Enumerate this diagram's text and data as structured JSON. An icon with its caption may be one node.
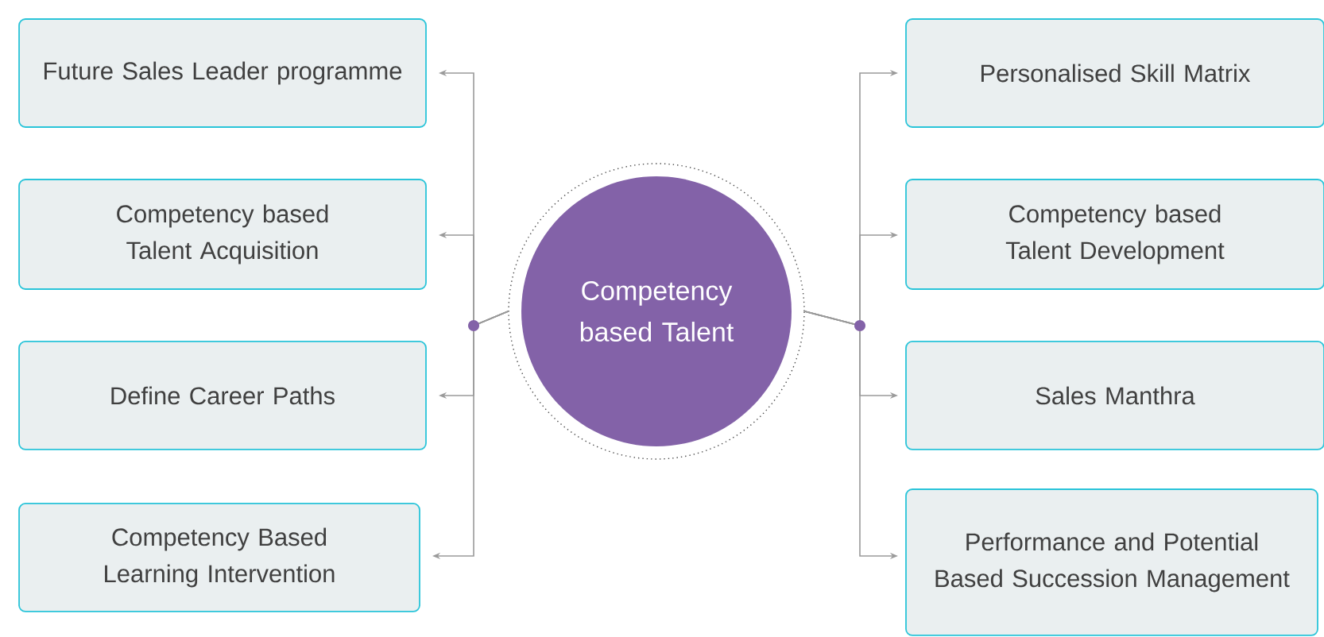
{
  "diagram": {
    "nodes": [
      {
        "text": [
          "Competency based Talent"
        ]
      },
      {
        "text": [
          "Future Sales Leader programme"
        ]
      },
      {
        "text": [
          "Competency based Talent Acquisition"
        ]
      },
      {
        "text": [
          "Define Career Paths"
        ]
      },
      {
        "text": [
          "Competency Based Learning Intervention"
        ]
      },
      {
        "text": [
          "Personalised Skill Matrix"
        ]
      },
      {
        "text": [
          "Competency based Talent Development"
        ]
      },
      {
        "text": [
          "Sales Manthra"
        ]
      },
      {
        "text": [
          "Performance and Potential Based Succession Management"
        ]
      }
    ],
    "edges": [
      {
        "from": 0,
        "to": 1,
        "arrow": "to"
      },
      {
        "from": 0,
        "to": 2,
        "arrow": "to"
      },
      {
        "from": 0,
        "to": 3,
        "arrow": "to"
      },
      {
        "from": 0,
        "to": 4,
        "arrow": "to"
      },
      {
        "from": 0,
        "to": 5,
        "arrow": "to"
      },
      {
        "from": 0,
        "to": 6,
        "arrow": "to"
      },
      {
        "from": 0,
        "to": 7,
        "arrow": "to"
      },
      {
        "from": 0,
        "to": 8,
        "arrow": "to"
      }
    ]
  }
}
